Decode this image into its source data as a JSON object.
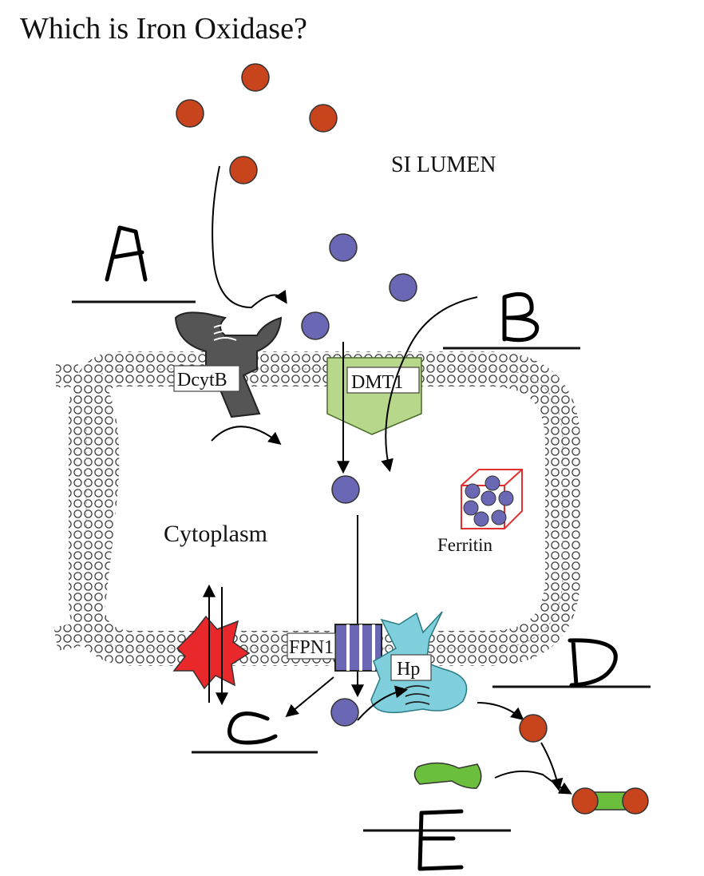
{
  "question": "Which is Iron Oxidase?",
  "regions": {
    "lumen": "SI LUMEN",
    "cytoplasm": "Cytoplasm"
  },
  "proteins": {
    "dcytb": "DcytB",
    "dmt1": "DMT1",
    "fpn1": "FPN1",
    "hp": "Hp",
    "ferritin": "Ferritin"
  },
  "blanks": [
    "A",
    "B",
    "C",
    "D",
    "E"
  ],
  "colors": {
    "ferric_iron": "#c8441c",
    "ferrous_iron": "#6a67b5",
    "dcytb": "#555555",
    "dmt1": "#b7d78a",
    "fpn1": "#6a67b5",
    "hephaestin": "#7fd0dc",
    "red_transporter": "#e8282a",
    "transferrin": "#6cbf3c",
    "ferritin_box": "#e23030"
  }
}
